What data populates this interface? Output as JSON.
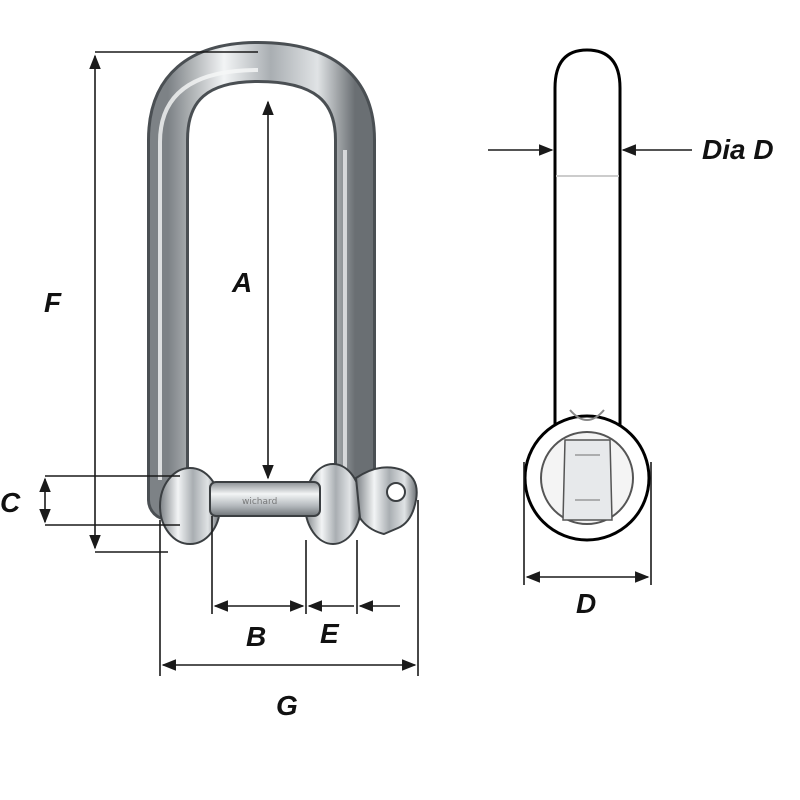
{
  "labels": {
    "a": "A",
    "b": "B",
    "c": "C",
    "d": "D",
    "e": "E",
    "f": "F",
    "g": "G",
    "dia_d": "Dia D"
  },
  "colors": {
    "line": "#1a1a1a",
    "metal_dark": "#6f7478",
    "metal_mid": "#b9bec2",
    "metal_light": "#eef0f2",
    "outline": "#000000"
  }
}
